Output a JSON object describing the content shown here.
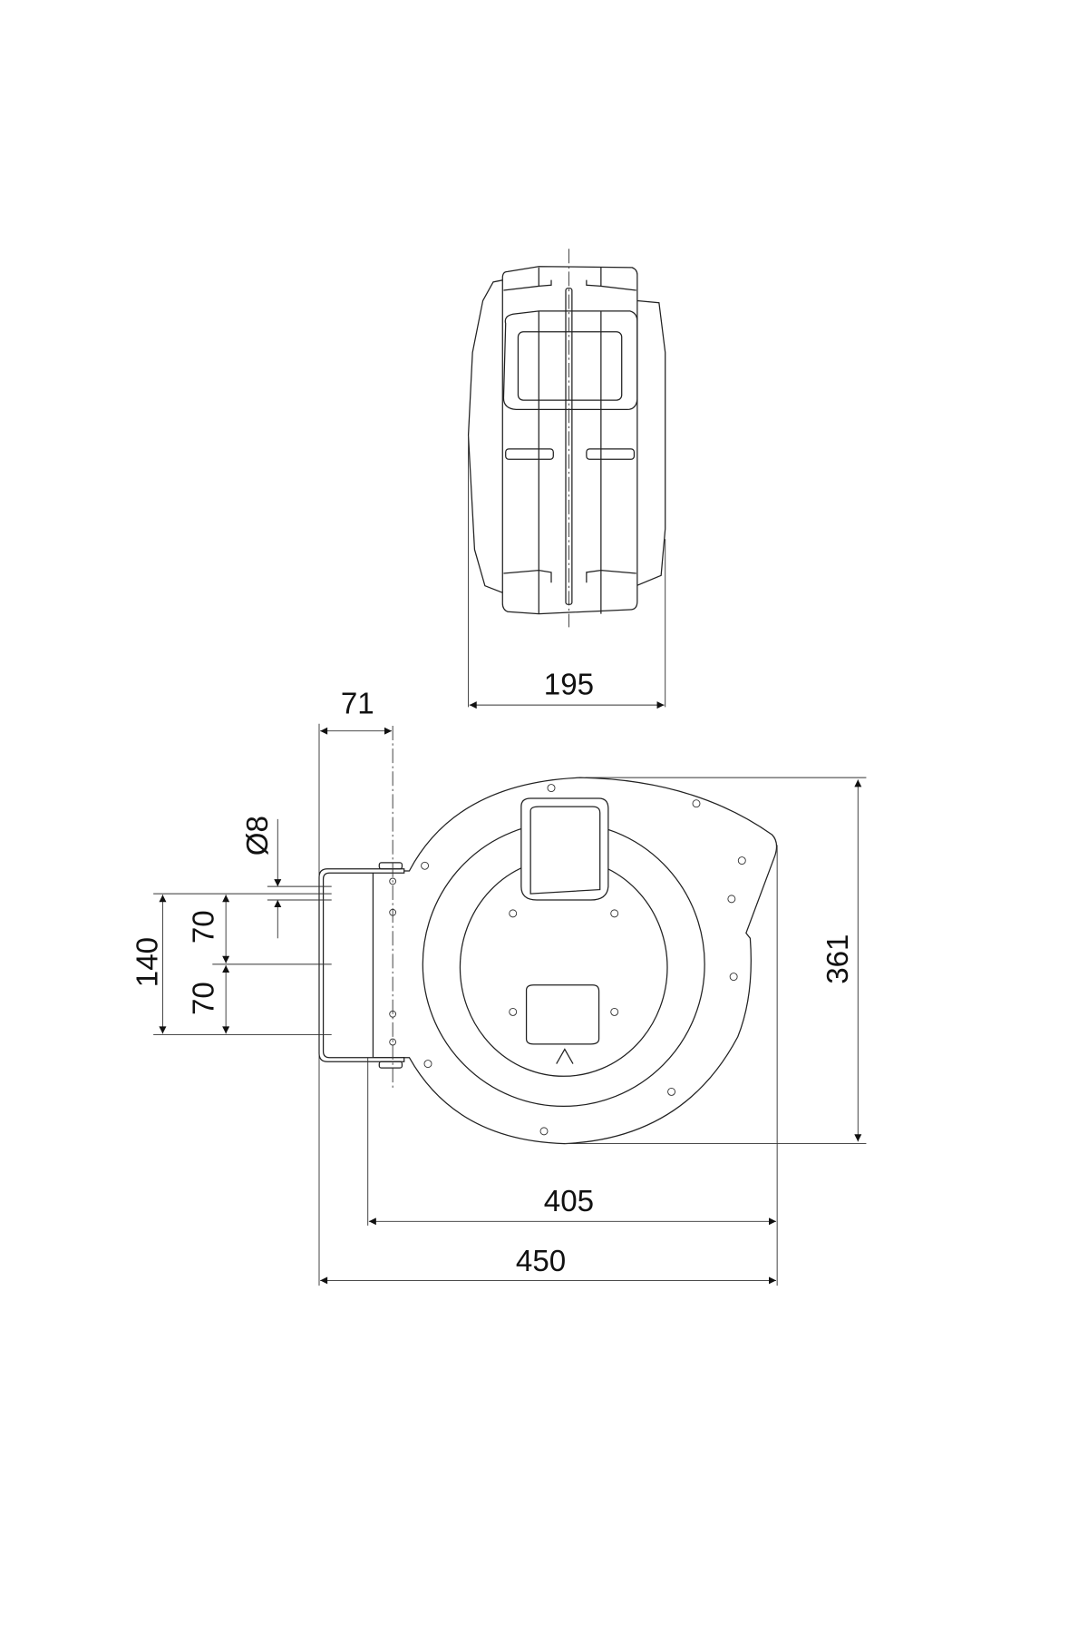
{
  "dimensions": {
    "side_width": "195",
    "bracket_depth": "71",
    "hole_diameter": "Ø8",
    "hole_span_total": "140",
    "hole_span_upper": "70",
    "hole_span_lower": "70",
    "height": "361",
    "body_width": "405",
    "overall_width": "450"
  },
  "colors": {
    "line": "#222222",
    "background": "#ffffff"
  }
}
